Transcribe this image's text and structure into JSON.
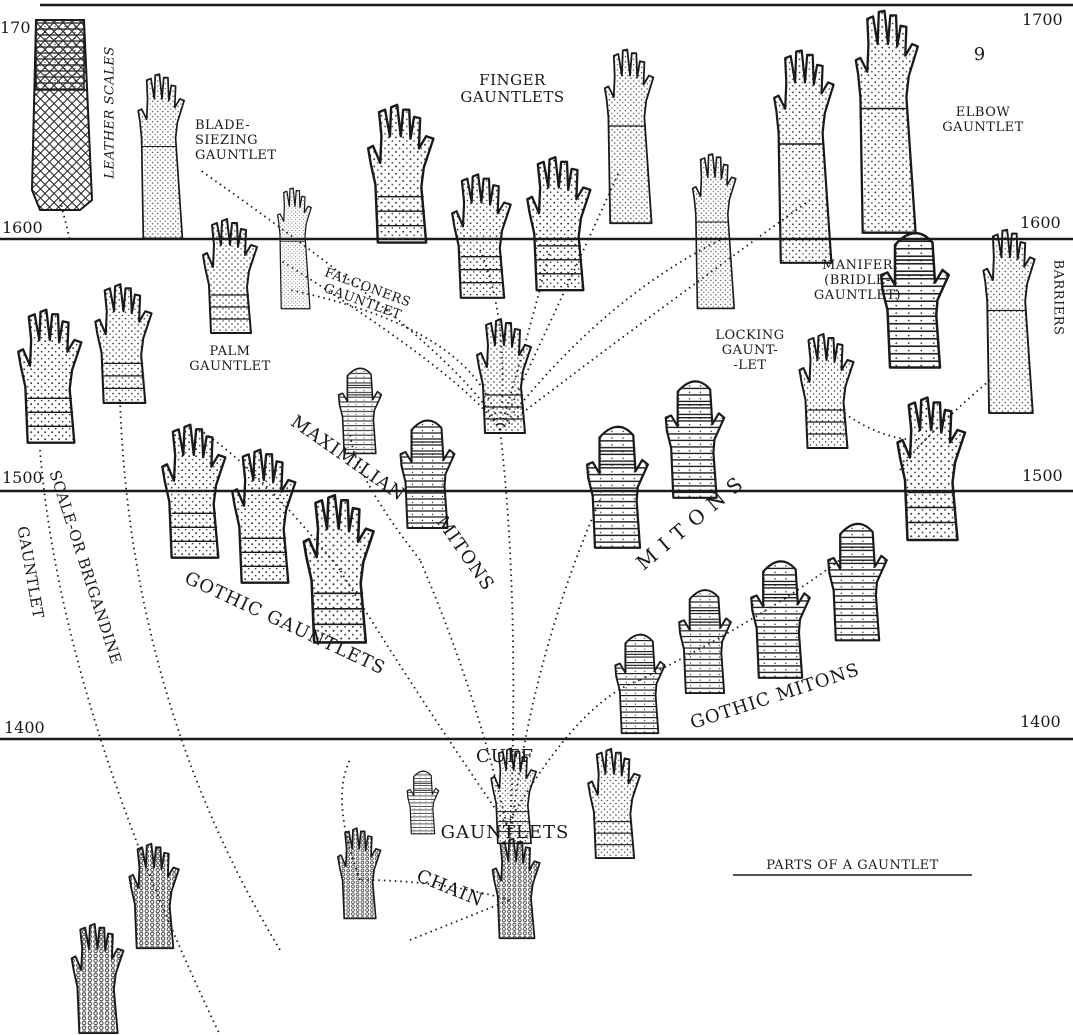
{
  "colors": {
    "ink": "#1a1a1a",
    "paper": "#ffffff",
    "stipple": "#3a3a3a"
  },
  "years": {
    "y1700_left": "170",
    "y1700_right": "1700",
    "y1600_left": "1600",
    "y1600_right": "1600",
    "y1500_left": "1500",
    "y1500_right": "1500",
    "y1400_left": "1400",
    "y1400_right": "1400"
  },
  "labels": {
    "leather_scales": "LEATHER SCALES",
    "blade_seizing": "BLADE-\nSIEZING\nGAUNTLET",
    "finger_gauntlets": "FINGER\nGAUNTLETS",
    "elbow_gauntlet": "ELBOW\nGAUNTLET",
    "page_number": "9",
    "falconers_gauntlet": "FALCONERS\nGAUNTLET",
    "palm_gauntlet": "PALM\nGAUNTLET",
    "manifer": "MANIFER\n(BRIDLE-\nGAUNTLET)",
    "barriers": "BARRIERS",
    "locking_gauntlet": "LOCKING\nGAUNT-\n-LET",
    "maximilian": "MAXIMILIAN",
    "mitons": "MITONS",
    "mitons_big": "M I T O N S",
    "scale_or_brigandine": "SCALE-OR BRIGANDINE",
    "gauntlet_side": "GAUNTLET",
    "gothic_gauntlets": "GOTHIC GAUNTLETS",
    "gothic_mitons": "GOTHIC  MITONS",
    "cuff": "CUFF",
    "gauntlets": "GAUNTLETS",
    "chain": "CHAIN",
    "parts_of_gauntlet": "PARTS OF A GAUNTLET"
  },
  "icons": [
    "gauntlet-icon",
    "mitten-gauntlet-icon",
    "mail-glove-icon"
  ]
}
